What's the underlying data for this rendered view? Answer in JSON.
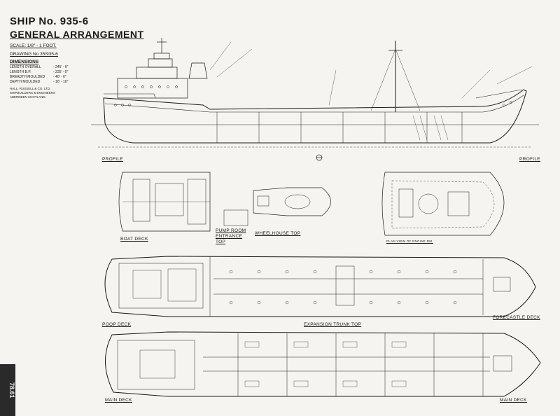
{
  "title": {
    "ship_no": "SHIP No. 935-6",
    "heading": "GENERAL ARRANGEMENT",
    "scale": "SCALE: 1/8\" - 1 FOOT.",
    "drawing_no": "DRAWING No 35/935-6"
  },
  "dimensions": {
    "heading": "DIMENSIONS",
    "rows": [
      {
        "label": "LENGTH OVERALL",
        "value": "- 245' - 6\""
      },
      {
        "label": "LENGTH B.P.",
        "value": "- 235' - 0\""
      },
      {
        "label": "BREADTH MOULDED",
        "value": "- 40' - 6\""
      },
      {
        "label": "DEPTH MOULDED",
        "value": "- 16' - 10\""
      }
    ]
  },
  "builder": [
    "HALL, RUSSELL & CO. LTD.",
    "SHIPBUILDERS & ENGINEERS",
    "ABERDEEN  SCOTLAND."
  ],
  "views": {
    "profile_left": "PROFILE",
    "profile_right": "PROFILE",
    "boat_deck": "BOAT DECK",
    "pump_room": "PUMP ROOM ENTRANCE TOP",
    "wheelhouse_top": "WHEELHOUSE TOP",
    "engine_room": "PLAN VIEW OF ENGINE RM.",
    "poop_deck": "POOP DECK",
    "expansion_trunk": "EXPANSION TRUNK TOP",
    "forecastle_deck": "FORECASTLE DECK",
    "main_deck_left": "MAIN DECK",
    "main_deck_right": "MAIN DECK"
  },
  "stamp": "78.61",
  "colors": {
    "paper": "#f5f4f0",
    "ink": "#1a1a1a"
  }
}
